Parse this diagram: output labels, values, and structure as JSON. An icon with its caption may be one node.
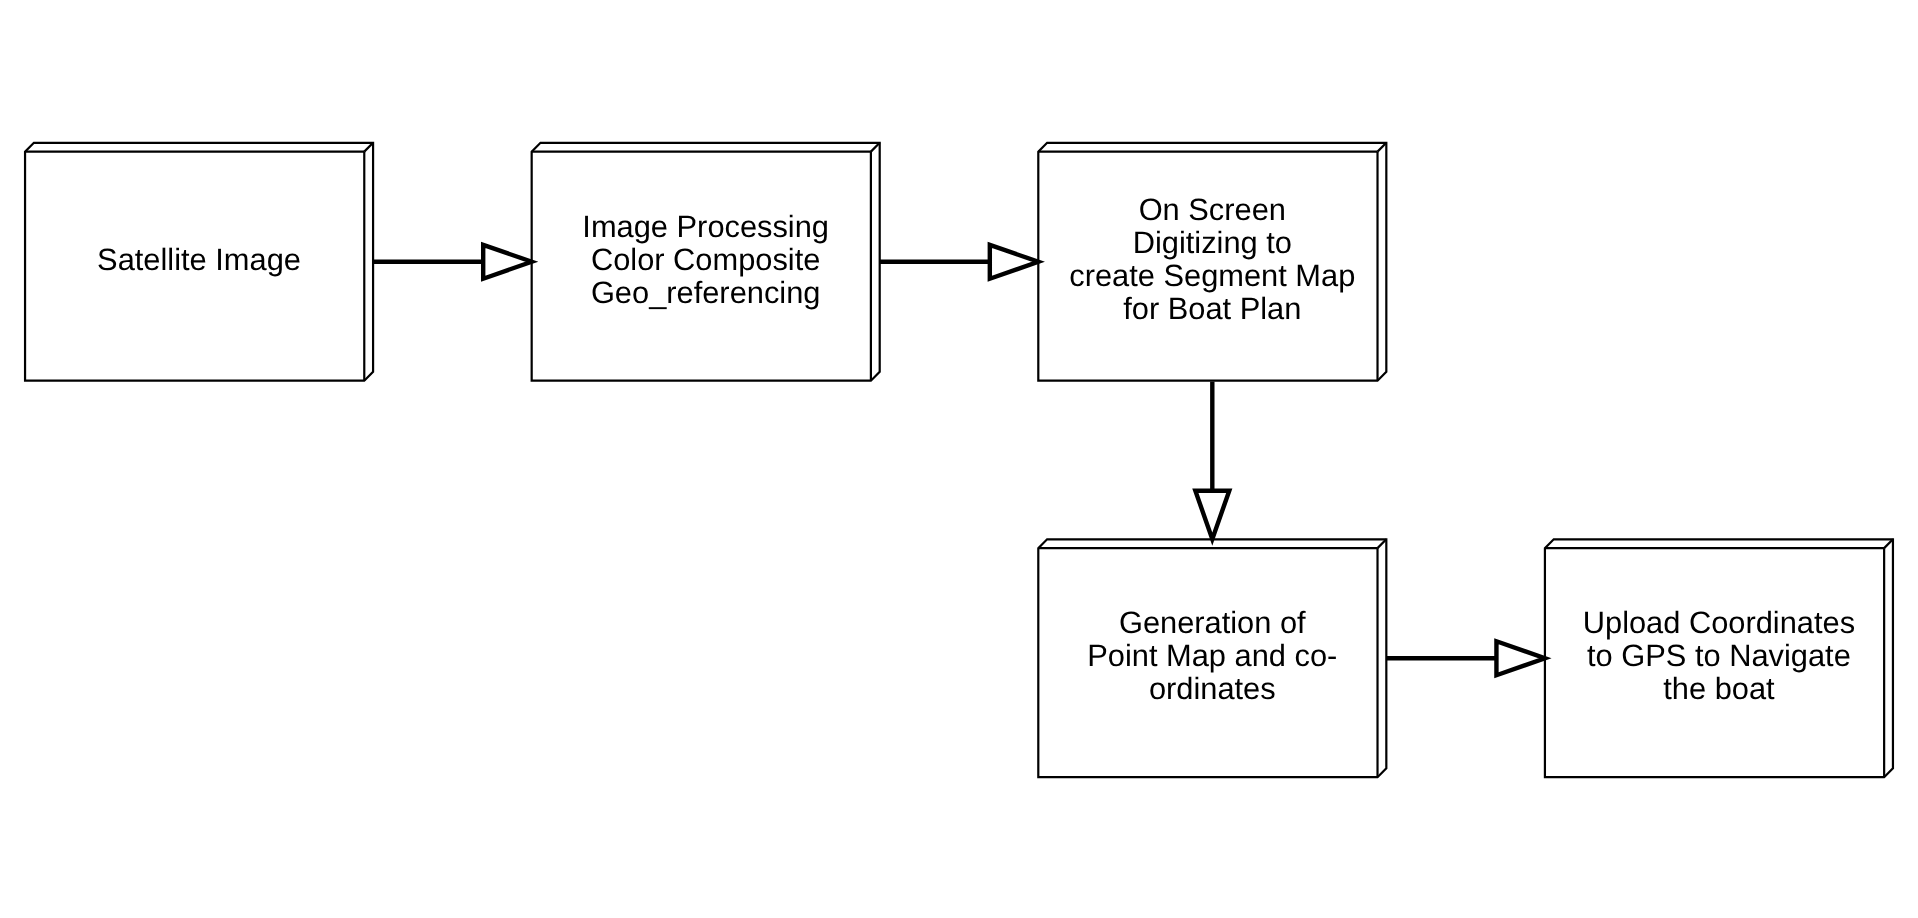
{
  "diagram": {
    "nodes": [
      {
        "text": [
          "Satellite Image"
        ]
      },
      {
        "text": [
          "Image Processing Color Composite Geo_referencing"
        ]
      },
      {
        "text": [
          "On Screen Digitizing to create Segment Map for Boat Plan"
        ]
      },
      {
        "text": [
          "Generation of Point Map and co-ordinates"
        ]
      },
      {
        "text": [
          "Upload Coordinates to GPS to Navigate the boat"
        ]
      }
    ],
    "edges": [
      {
        "from": 0,
        "to": 1,
        "arrow": "to"
      },
      {
        "from": 1,
        "to": 2,
        "arrow": "to"
      },
      {
        "from": 2,
        "to": 3,
        "arrow": "to"
      },
      {
        "from": 3,
        "to": 4,
        "arrow": "to"
      }
    ]
  }
}
